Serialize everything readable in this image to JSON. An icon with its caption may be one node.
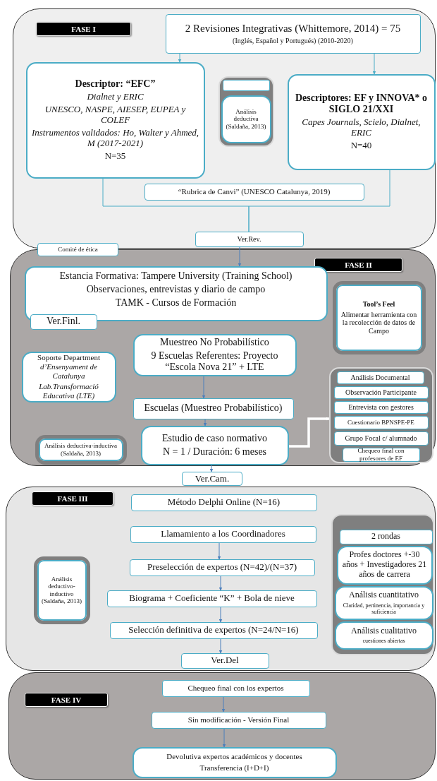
{
  "diagram": {
    "nodes": [
      {
        "text": [
          "FASE I"
        ]
      },
      {
        "text": [
          "2 Revisiones Integrativas (Whittemore, 2014) = 75",
          "(Inglés, Español y Portugués) (2010-2020)"
        ],
        "in": 0
      },
      {
        "text": [
          "Descriptor: “EFC”",
          "Dialnet y ERIC",
          "UNESCO, NASPE, AIESEP, EUPEA y COLEF",
          "Instrumentos validados: Ho, Walter y Ahmed, M (2017-2021)",
          "N=35"
        ],
        "in": 0
      },
      {
        "text": [],
        "shape": "box",
        "in": 0
      },
      {
        "text": [],
        "shape": "box",
        "in": 3
      },
      {
        "text": [
          "Análisis deductiva (Saldaña, 2013)"
        ],
        "in": 3
      },
      {
        "text": [
          "Descriptores: EF y INNOVA* o SIGLO 21/XXI",
          "Capes Journals, Scielo, Dialnet, ERIC",
          "N=40"
        ],
        "in": 0
      },
      {
        "text": [
          "“Rubrica de Canvi” (UNESCO Catalunya, 2019)"
        ],
        "in": 0
      },
      {
        "text": [
          "Ver.Rev."
        ],
        "in": 0
      },
      {
        "text": [
          "Comité de ética"
        ]
      },
      {
        "text": [
          "FASE II"
        ]
      },
      {
        "text": [
          "Estancia Formativa: Tampere University (Training School)",
          "Observaciones, entrevistas y diario de campo",
          "TAMK - Cursos de Formación"
        ],
        "in": 10
      },
      {
        "text": [
          "Ver.Finl."
        ],
        "in": 10
      },
      {
        "text": [
          "Tool’s Feel",
          "Alimentar herramienta con la recolección de datos de Campo"
        ],
        "in": 10
      },
      {
        "text": [
          "Soporte Department *d’Ensenyament de Catalunya*",
          "Lab.Transformació Educativa (LTE)"
        ],
        "in": 10
      },
      {
        "text": [
          "Muestreo No Probabilístico",
          "9 Escuelas Referentes: Proyecto “Escola Nova 21” + LTE"
        ],
        "in": 10
      },
      {
        "text": [
          "Escuelas (Muestreo Probabilístico)"
        ],
        "in": 10
      },
      {
        "text": [
          "Estudio de caso normativo",
          "N = 1 / Duración: 6 meses"
        ],
        "in": 10
      },
      {
        "text": [
          "Análisis deductiva-inductiva (Saldaña, 2013)"
        ],
        "in": 10
      },
      {
        "text": [],
        "shape": "box",
        "in": 10
      },
      {
        "text": [
          "Análisis Documental"
        ],
        "in": 19
      },
      {
        "text": [
          "Observación Participante"
        ],
        "in": 19
      },
      {
        "text": [
          "Entrevista con gestores"
        ],
        "in": 19
      },
      {
        "text": [
          "Cuestionario BPNSPE-PE"
        ],
        "in": 19
      },
      {
        "text": [
          "Grupo Focal c/ alumnado"
        ],
        "in": 19
      },
      {
        "text": [
          "Chequeo final con profesores de EF"
        ],
        "in": 19
      },
      {
        "text": [
          "Ver.Cam."
        ]
      },
      {
        "text": [
          "FASE III"
        ]
      },
      {
        "text": [
          "Método Delphi Online (N=16)"
        ],
        "in": 27
      },
      {
        "text": [
          "Llamamiento a los Coordinadores"
        ],
        "in": 27
      },
      {
        "text": [
          "Preselección de expertos (N=42)/(N=37)"
        ],
        "in": 27
      },
      {
        "text": [
          "Biograma + Coeficiente “K” + Bola de nieve"
        ],
        "in": 27
      },
      {
        "text": [
          "Selección definitiva de expertos (N=24/N=16)"
        ],
        "in": 27
      },
      {
        "text": [
          "Ver.Del"
        ],
        "in": 27
      },
      {
        "text": [
          "Análisis deductivo-inductivo (Saldaña, 2013)"
        ],
        "in": 27
      },
      {
        "text": [],
        "shape": "box",
        "in": 27
      },
      {
        "text": [
          "2 rondas"
        ],
        "in": 35
      },
      {
        "text": [
          "Profes doctores +-30 años + Investigadores 21 años de carrera"
        ],
        "in": 35
      },
      {
        "text": [
          "Análisis cuantitativo",
          "Claridad, pertinencia, importancia y suficiencia"
        ],
        "in": 35
      },
      {
        "text": [
          "Análisis cualitativo",
          "cuestiones abiertas"
        ],
        "in": 35
      },
      {
        "text": [
          "FASE IV"
        ]
      },
      {
        "text": [
          "Chequeo final con los expertos"
        ],
        "in": 40
      },
      {
        "text": [
          "Sin modificación - Versión Final"
        ],
        "in": 40
      },
      {
        "text": [
          "Devolutiva expertos académicos y docentes",
          "Transferencia (I+D+I)"
        ],
        "in": 40
      }
    ],
    "edges": [
      {
        "from": 1,
        "to": 2,
        "arrow": "to",
        "color": "#4bacc6"
      },
      {
        "from": 1,
        "to": 6,
        "arrow": "to",
        "color": "#4bacc6"
      },
      {
        "from": 2,
        "to": 8,
        "arrow": "none",
        "color": "#4bacc6"
      },
      {
        "from": 6,
        "to": 8,
        "arrow": "none",
        "color": "#4bacc6"
      },
      {
        "from": 8,
        "to": 11,
        "arrow": "to"
      },
      {
        "from": 15,
        "to": 16,
        "arrow": "to"
      },
      {
        "from": 16,
        "to": 17,
        "arrow": "to"
      },
      {
        "from": 17,
        "to": 26,
        "arrow": "to"
      },
      {
        "from": 17,
        "to": 19,
        "arrow": "to",
        "style": "thick",
        "color": "#ffffff"
      },
      {
        "from": 29,
        "to": 30,
        "arrow": "to"
      },
      {
        "from": 30,
        "to": 31,
        "arrow": "to"
      },
      {
        "from": 31,
        "to": 32,
        "arrow": "to"
      },
      {
        "from": 32,
        "to": 33,
        "arrow": "to"
      },
      {
        "from": 41,
        "to": 42,
        "arrow": "to"
      },
      {
        "from": 42,
        "to": 43,
        "arrow": "to"
      }
    ]
  }
}
